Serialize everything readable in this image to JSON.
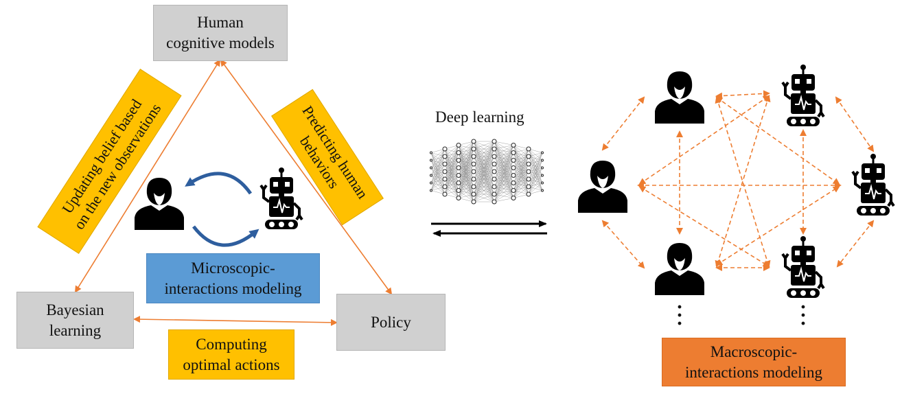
{
  "boxes": {
    "human_models": {
      "line1": "Human",
      "line2": "cognitive models"
    },
    "bayesian": {
      "line1": "Bayesian",
      "line2": "learning"
    },
    "policy": {
      "label": "Policy"
    },
    "computing": {
      "line1": "Computing",
      "line2": "optimal actions"
    },
    "micro": {
      "line1": "Microscopic-",
      "line2": "interactions modeling"
    },
    "macro": {
      "line1": "Macroscopic-",
      "line2": "interactions modeling"
    },
    "updating": {
      "line1": "Updating belief based",
      "line2": "on the new observations"
    },
    "predicting": {
      "line1": "Predicting human",
      "line2": "behaviors"
    }
  },
  "deep_learning": {
    "label": "Deep learning"
  },
  "colors": {
    "gray": "#d0d0d0",
    "gold": "#ffc000",
    "blue": "#5b9bd5",
    "orange": "#ed7d31",
    "arrow": "#ed7d31"
  }
}
